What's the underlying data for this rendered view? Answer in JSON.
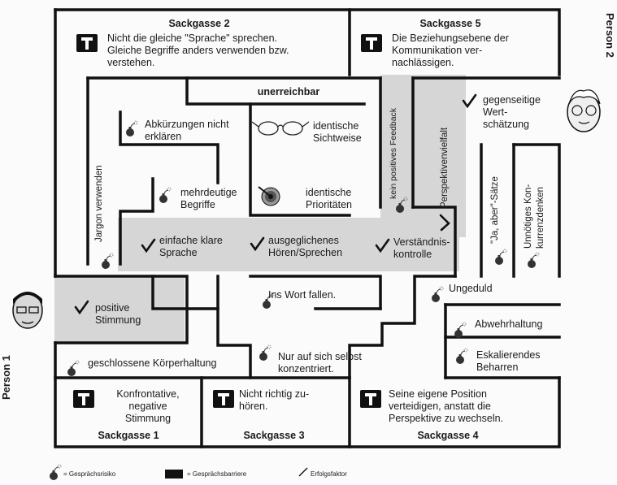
{
  "colors": {
    "wall": "#111111",
    "path": "#d6d6d6",
    "room": "#f4f4f4",
    "ink": "#1a1a1a"
  },
  "persons": {
    "p1": "Person 1",
    "p2": "Person 2"
  },
  "deadends": {
    "s1": {
      "title": "Sackgasse 1",
      "text": "Konfrontative,\nnegative\nStimmung"
    },
    "s2": {
      "title": "Sackgasse 2",
      "text": "Nicht die gleiche \"Sprache\" sprechen.\nGleiche Begriffe anders verwenden bzw.\nverstehen."
    },
    "s3": {
      "title": "Sackgasse 3",
      "text": "Nicht richtig zu-\nhören."
    },
    "s4": {
      "title": "Sackgasse 4",
      "text": "Seine eigene Position\nverteidigen, anstatt die\nPerspektive zu wechseln."
    },
    "s5": {
      "title": "Sackgasse 5",
      "text": "Die Beziehungsebene der\nKommunikation  ver-\nnachlässigen."
    }
  },
  "goal": {
    "title": "unerreichbar",
    "items": [
      "identische\nSichtweise",
      "identische\nPrioritäten"
    ]
  },
  "risks": {
    "abk": "Abkürzungen nicht\nerklären",
    "mehr": "mehrdeutige\nBegriffe",
    "jargon": "Jargon  verwenden",
    "feedback": "kein positives Feedback",
    "wort": "Ins Wort fallen.",
    "koerper": "geschlossene Körperhaltung",
    "selbst": "Nur auf sich selbst\nkonzentriert.",
    "ungeduld": "Ungeduld",
    "abwehr": "Abwehrhaltung",
    "eskal": "Eskalierendes\nBeharren",
    "jaaber": "\"Ja, aber\"-Sätze",
    "konkurrenz": "Unnötiges Kon-\nkurrenzdenken"
  },
  "success": {
    "sprache": "einfache klare\nSprache",
    "hoeren": "ausgeglichenes\nHören/Sprechen",
    "verstaendnis": "Verständnis-\nkontrolle",
    "stimmung": "positive\nStimmung",
    "wertschaetzung": "gegenseitige\nWert-\nschätzung",
    "perspektive": "Perspektivenvielfalt"
  },
  "legend": {
    "risk": "= Gesprächsrisiko",
    "barrier": "= Gesprächsbarriere",
    "success": "Erfolgsfaktor"
  }
}
